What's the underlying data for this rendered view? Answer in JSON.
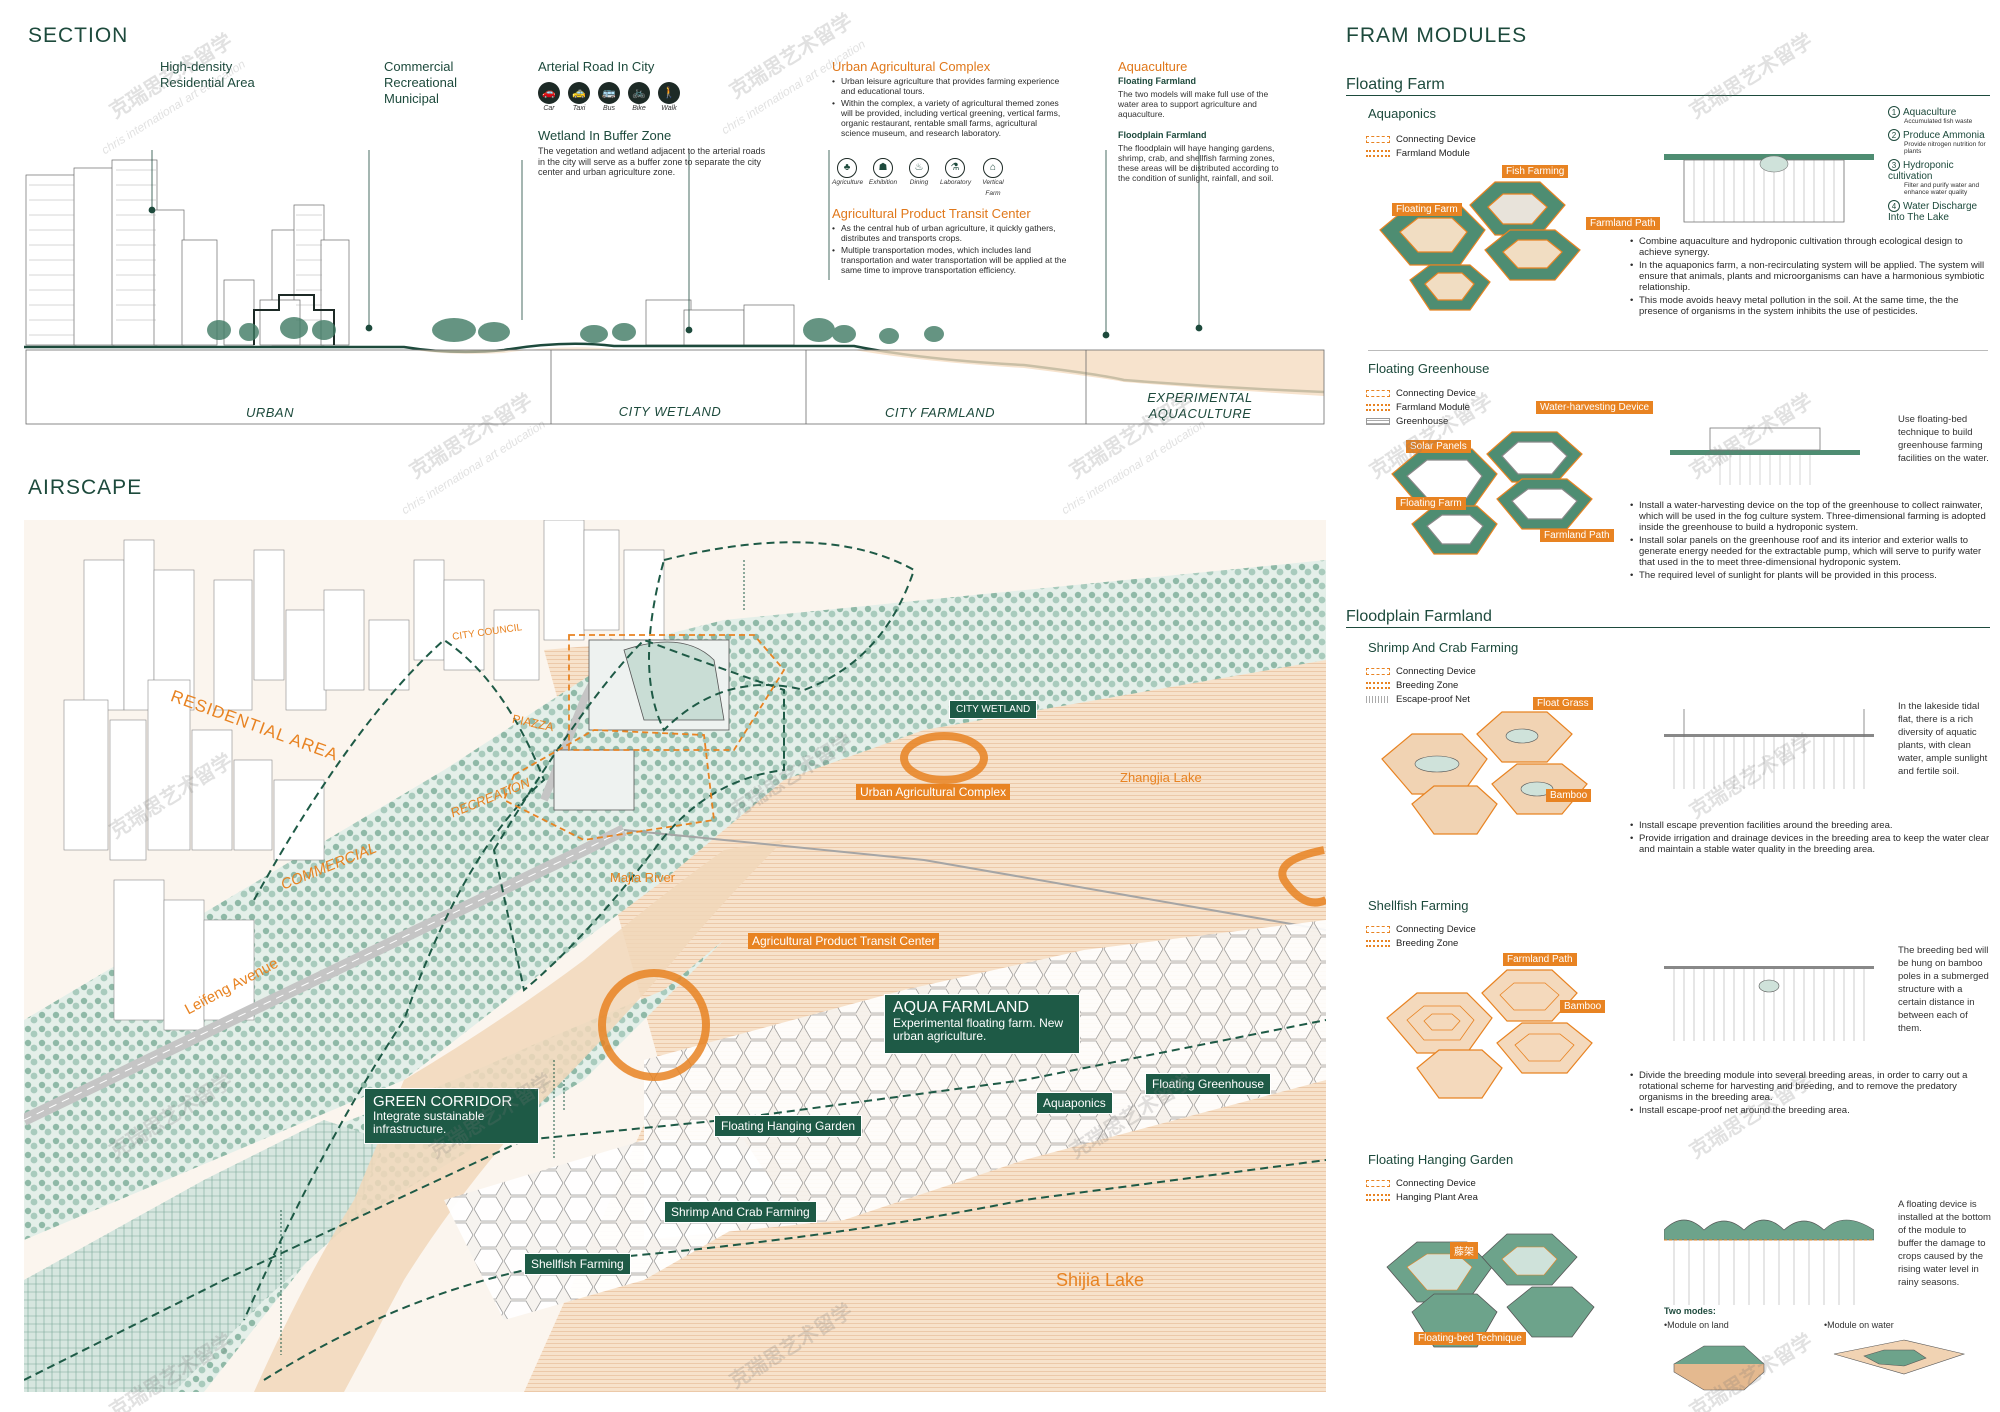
{
  "section": {
    "title": "SECTION",
    "labels": {
      "residential": "High-density Residential Area",
      "commercial": "Commercial Recreational Municipal",
      "arterial": "Arterial Road In City",
      "modes": [
        "Car",
        "Taxi",
        "Bus",
        "Bike",
        "Walk"
      ],
      "wetland_title": "Wetland In Buffer Zone",
      "wetland_text": "The vegetation and wetland adjacent to the arterial roads in the city will serve as a buffer zone to separate the city center and urban agriculture zone.",
      "uac_title": "Urban Agricultural Complex",
      "uac_bullets": [
        "Urban leisure agriculture that provides farming experience and educational tours.",
        "Within the complex, a variety of agricultural themed zones will be provided, including vertical greening, vertical farms, organic restaurant, rentable small farms, agricultural science museum, and research laboratory."
      ],
      "uac_icons": [
        "Agriculture",
        "Exhibition",
        "Dining",
        "Laboratory",
        "Vertical Farm"
      ],
      "aptc_title": "Agricultural Product Transit Center",
      "aptc_bullets": [
        "As the central hub of urban agriculture, it quickly gathers, distributes and transports crops.",
        "Multiple transportation modes, which includes land transportation and water transportation will be applied at the same time to improve transportation efficiency."
      ],
      "aqua_title": "Aquaculture",
      "aqua_sub1": "Floating Farmland",
      "aqua_text1": "The two models will make full use of the water area to support agriculture and aquaculture.",
      "aqua_sub2": "Floodplain Farmland",
      "aqua_text2": "The floodplain will have hanging gardens, shrimp, crab, and shellfish farming zones, these areas will be distributed according to the condition of sunlight, rainfall, and soil."
    },
    "zones": [
      "URBAN",
      "CITY WETLAND",
      "CITY FARMLAND",
      "EXPERIMENTAL AQUACULTURE"
    ]
  },
  "airscape": {
    "title": "AIRSCAPE",
    "labels": {
      "city_council": "CITY COUNCIL",
      "residential": "RESIDENTIAL AREA",
      "piazza": "PIAZZA",
      "recreation": "RECREATION",
      "commercial": "COMMERCIAL",
      "leifeng": "Leifeng Avenue",
      "majia": "Majia River",
      "zhangjia": "Zhangjia Lake",
      "shijia": "Shijia Lake",
      "city_wetland": "CITY WETLAND",
      "uac": "Urban Agricultural Complex",
      "aptc": "Agricultural Product Transit Center",
      "aqua_title": "AQUA FARMLAND",
      "aqua_desc": "Experimental floating farm. New urban agriculture.",
      "green_title": "GREEN CORRIDOR",
      "green_desc": "Integrate sustainable infrastructure.",
      "aquaponics": "Aquaponics",
      "floating_greenhouse": "Floating Greenhouse",
      "floating_hanging": "Floating Hanging Garden",
      "shrimp": "Shrimp And Crab Farming",
      "shellfish": "Shellfish Farming"
    }
  },
  "modules": {
    "title": "FRAM MODULES",
    "floating_farm": "Floating Farm",
    "aquaponics": {
      "title": "Aquaponics",
      "legend": [
        "Connecting Device",
        "Farmland Module"
      ],
      "tags": [
        "Fish Farming",
        "Floating Farm",
        "Farmland Path"
      ],
      "steps": [
        {
          "n": "1",
          "title": "Aquaculture",
          "sub": "Accumulated fish waste"
        },
        {
          "n": "2",
          "title": "Produce Ammonia",
          "sub": "Provide nitrogen nutrition for plants"
        },
        {
          "n": "3",
          "title": "Hydroponic cultivation",
          "sub": "Filter and purify water and enhance water quality"
        },
        {
          "n": "4",
          "title": "Water Discharge Into The Lake",
          "sub": ""
        }
      ],
      "bullets": [
        "Combine aquaculture and hydroponic cultivation through ecological design to achieve synergy.",
        "In the aquaponics farm, a non-recirculating system will be applied. The system will ensure that animals, plants and microorganisms can have a harmonious symbiotic relationship.",
        "This mode avoids heavy metal pollution in the soil. At the same time, the the presence of organisms in the system inhibits the use of pesticides."
      ]
    },
    "greenhouse": {
      "title": "Floating Greenhouse",
      "legend": [
        "Connecting Device",
        "Farmland Module",
        "Greenhouse"
      ],
      "tags": [
        "Water-harvesting Device",
        "Solar Panels",
        "Floating Farm",
        "Farmland Path"
      ],
      "side": "Use floating-bed technique to build greenhouse farming facilities on the water.",
      "bullets": [
        "Install a water-harvesting device on the top of the greenhouse to collect rainwater, which will be used in the fog culture system. Three-dimensional farming is adopted inside the greenhouse to build a hydroponic system.",
        "Install solar panels on the greenhouse roof and its interior and exterior walls to generate energy needed for the extractable pump, which will serve to purify water that used in the to meet three-dimensional hydroponic system.",
        "The required level of sunlight for plants will be provided in this process."
      ]
    },
    "floodplain": "Floodplain Farmland",
    "shrimp": {
      "title": "Shrimp And Crab Farming",
      "legend": [
        "Connecting Device",
        "Breeding Zone",
        "Escape-proof Net"
      ],
      "tags": [
        "Float Grass",
        "Bamboo"
      ],
      "side": "In the lakeside tidal flat, there is a rich diversity of aquatic plants, with clean water, ample sunlight and fertile soil.",
      "bullets": [
        "Install escape prevention facilities around the breeding area.",
        "Provide irrigation and drainage devices in the breeding area to keep the water clear and maintain a stable water quality in the breeding area."
      ]
    },
    "shellfish": {
      "title": "Shellfish Farming",
      "legend": [
        "Connecting Device",
        "Breeding Zone"
      ],
      "tags": [
        "Farmland Path",
        "Bamboo"
      ],
      "side": "The breeding bed will be hung on bamboo poles in a submerged structure with a certain distance in between each of them.",
      "bullets": [
        "Divide the breeding module into several breeding areas, in order to carry out a rotational scheme for harvesting and breeding, and to remove the predatory organisms in the breeding area.",
        "Install escape-proof net around the breeding area."
      ]
    },
    "hanging": {
      "title": "Floating Hanging Garden",
      "legend": [
        "Connecting Device",
        "Hanging Plant Area"
      ],
      "tags": [
        "藤架",
        "Floating-bed Technique"
      ],
      "side": "A floating device is installed at the bottom of the module to buffer the damage to crops caused by the rising water level in rainy seasons.",
      "two_modes": "Two modes:",
      "mode1": "Module on land",
      "mode2": "Module on water"
    }
  },
  "watermark": {
    "cn": "克瑞思艺术留学",
    "en": "chris international art education"
  },
  "colors": {
    "green": "#1e5a46",
    "orange": "#e88322",
    "sand": "#f5dcc0",
    "pale_green": "#cfe2da"
  }
}
